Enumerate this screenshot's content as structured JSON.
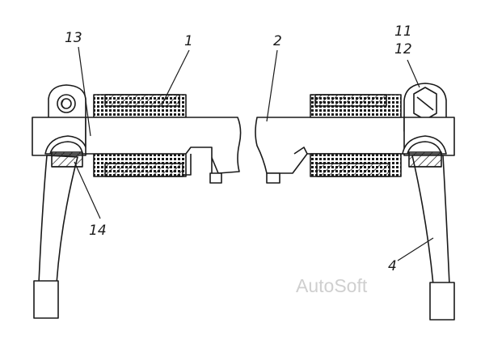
{
  "diagram": {
    "callouts": {
      "part_1": "1",
      "part_2": "2",
      "part_4": "4",
      "part_11": "11",
      "part_12": "12",
      "part_13": "13",
      "part_14": "14"
    },
    "watermark": "AutoSoft"
  },
  "colors": {
    "line": "#1a1a1a",
    "rubber": "#1a1a1a",
    "watermark": "#cfcfcf"
  }
}
